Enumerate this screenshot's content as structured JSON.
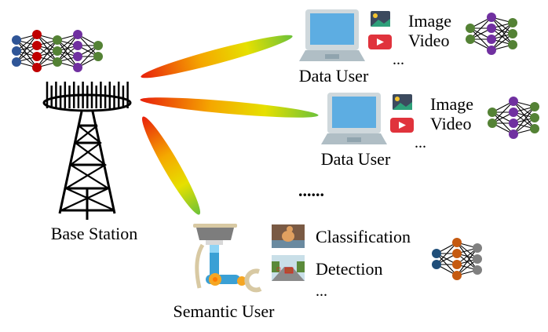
{
  "base_station": {
    "label": "Base Station",
    "network": {
      "layers": [
        3,
        4,
        3,
        4,
        2
      ],
      "colors": [
        "#2f5597",
        "#c00000",
        "#548235",
        "#7030a0",
        "#548235"
      ]
    }
  },
  "data_users": [
    {
      "label": "Data User",
      "tasks": [
        "Image",
        "Video"
      ],
      "more": "...",
      "network": {
        "layers": [
          2,
          4,
          3
        ],
        "colors": [
          "#548235",
          "#7030a0",
          "#548235"
        ]
      }
    },
    {
      "label": "Data User",
      "tasks": [
        "Image",
        "Video"
      ],
      "more": "...",
      "network": {
        "layers": [
          2,
          4,
          3
        ],
        "colors": [
          "#548235",
          "#7030a0",
          "#548235"
        ]
      }
    }
  ],
  "ellipsis": "......",
  "semantic_user": {
    "label": "Semantic User",
    "tasks": [
      "Classification",
      "Detection"
    ],
    "more": "...",
    "network": {
      "layers": [
        2,
        4,
        3
      ],
      "colors": [
        "#1f4e79",
        "#c55a11",
        "#808080"
      ]
    }
  },
  "beam_colors": [
    "#e8200c",
    "#f5a800",
    "#e6e000",
    "#6cc23a"
  ]
}
